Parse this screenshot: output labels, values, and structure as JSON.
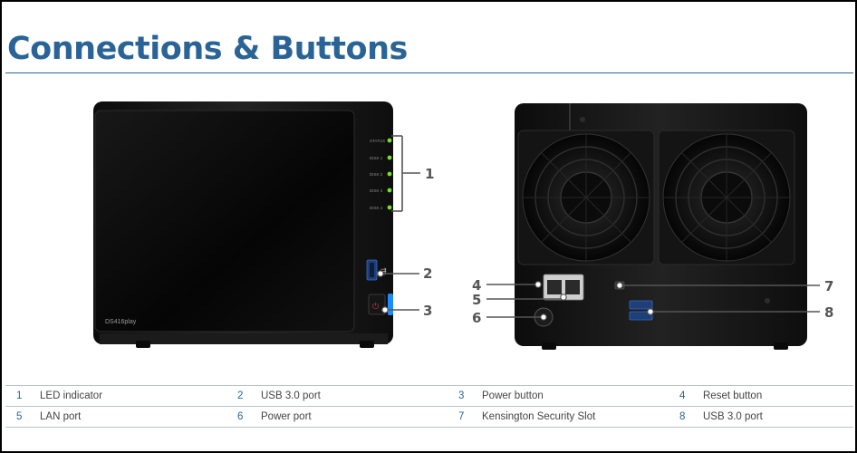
{
  "title": "Connections & Buttons",
  "front_device": {
    "model_label": "DS416play",
    "led_labels": [
      "STATUS",
      "DISK 1",
      "DISK 2",
      "DISK 3",
      "DISK 4"
    ]
  },
  "callouts": [
    "1",
    "2",
    "3",
    "4",
    "5",
    "6",
    "7",
    "8"
  ],
  "legend": [
    [
      {
        "num": "1",
        "label": "LED indicator"
      },
      {
        "num": "2",
        "label": "USB 3.0 port"
      },
      {
        "num": "3",
        "label": "Power button"
      },
      {
        "num": "4",
        "label": "Reset button"
      }
    ],
    [
      {
        "num": "5",
        "label": "LAN port"
      },
      {
        "num": "6",
        "label": "Power port"
      },
      {
        "num": "7",
        "label": "Kensington Security Slot"
      },
      {
        "num": "8",
        "label": "USB 3.0 port"
      }
    ]
  ],
  "colors": {
    "accent": "#2a6496",
    "led": "#7ddc2a",
    "power_glow": "#1a8cff",
    "callout": "#555555"
  }
}
